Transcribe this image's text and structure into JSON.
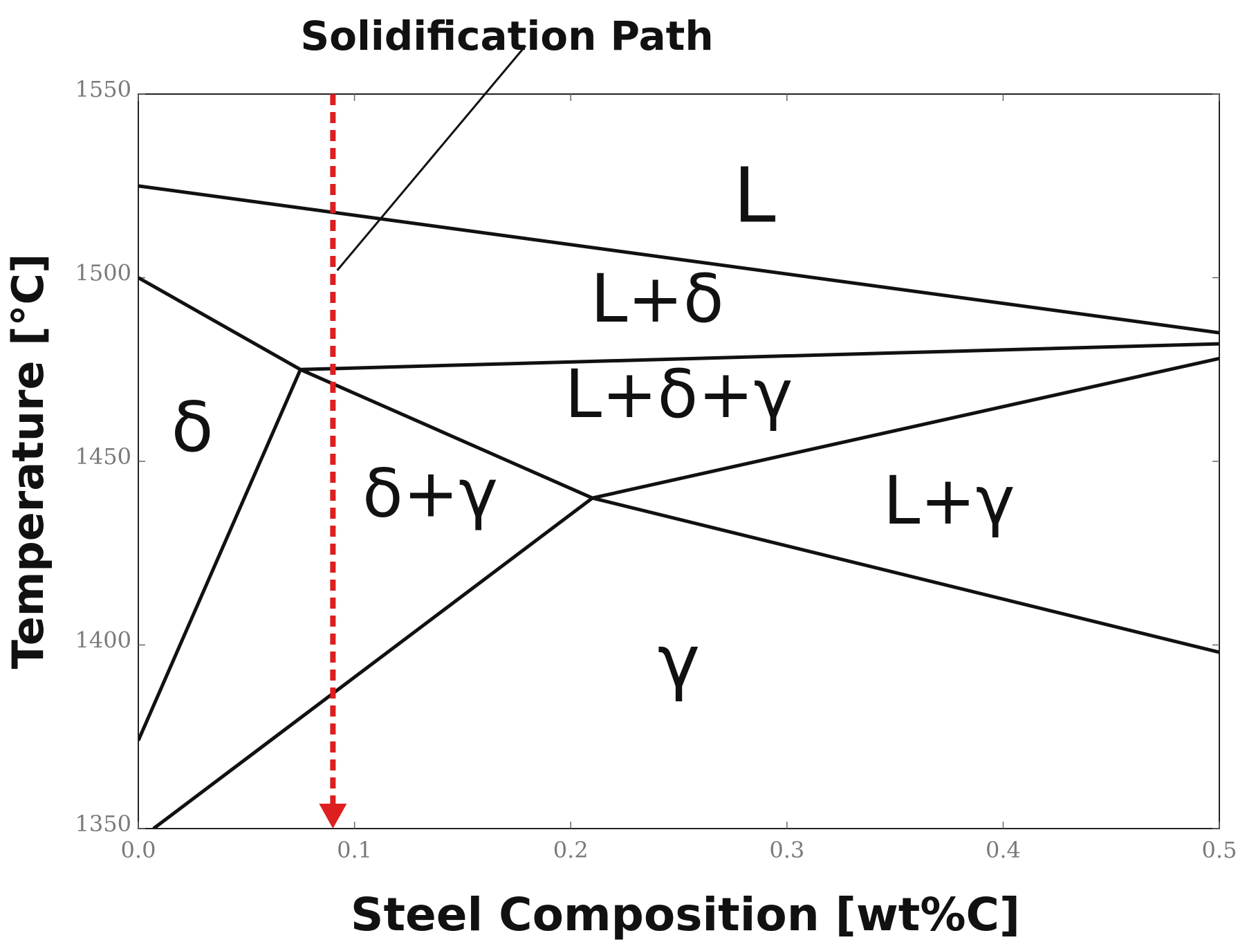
{
  "chart_data": {
    "type": "line",
    "title": "",
    "xlabel": "Steel Composition [wt%C]",
    "ylabel": "Temperature [°C]",
    "xlim": [
      0.0,
      0.5
    ],
    "ylim": [
      1350,
      1550
    ],
    "x_ticks": [
      0.0,
      0.1,
      0.2,
      0.3,
      0.4,
      0.5
    ],
    "x_tick_labels": [
      "0.0",
      "0.1",
      "0.2",
      "0.3",
      "0.4",
      "0.5"
    ],
    "y_ticks": [
      1350,
      1400,
      1450,
      1500,
      1550
    ],
    "y_tick_labels": [
      "1350",
      "1400",
      "1450",
      "1500",
      "1550"
    ],
    "grid": false,
    "series": [
      {
        "x": [
          0.0,
          0.5
        ],
        "y": [
          1525,
          1485
        ]
      },
      {
        "x": [
          0.0,
          0.075,
          0.21,
          0.5
        ],
        "y": [
          1500,
          1475,
          1440,
          1398
        ]
      },
      {
        "x": [
          0.075,
          0.5
        ],
        "y": [
          1475,
          1482
        ]
      },
      {
        "x": [
          0.0,
          0.075
        ],
        "y": [
          1374,
          1475
        ]
      },
      {
        "x": [
          0.007,
          0.21,
          0.5
        ],
        "y": [
          1350,
          1440,
          1478
        ]
      }
    ],
    "regions": [
      {
        "label": "L",
        "x": 0.285,
        "y": 1521
      },
      {
        "label": "L+δ",
        "x": 0.24,
        "y": 1493
      },
      {
        "label": "L+δ+γ",
        "x": 0.25,
        "y": 1467
      },
      {
        "label": "δ",
        "x": 0.025,
        "y": 1458
      },
      {
        "label": "δ+γ",
        "x": 0.135,
        "y": 1440
      },
      {
        "label": "L+γ",
        "x": 0.375,
        "y": 1438
      },
      {
        "label": "γ",
        "x": 0.25,
        "y": 1394
      }
    ],
    "annotation": {
      "text": "Solidification Path",
      "path_x": 0.09,
      "path_from": 1550,
      "path_to": 1350,
      "path_color": "#dd1f1f",
      "pointer_tip": {
        "x": 0.092,
        "y": 1502
      }
    }
  }
}
